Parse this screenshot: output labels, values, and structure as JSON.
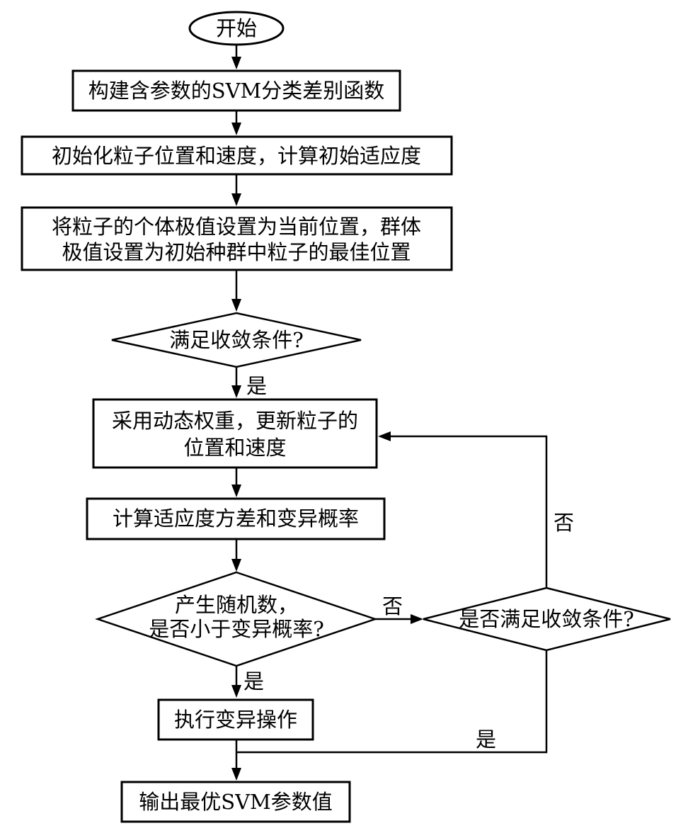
{
  "nodes": {
    "start": "开始",
    "build_svm": "构建含参数的SVM分类差别函数",
    "init": "初始化粒子位置和速度，计算初始适应度",
    "set_extreme_1": "将粒子的个体极值设置为当前位置，群体",
    "set_extreme_2": "极值设置为初始种群中粒子的最佳位置",
    "converge_check": "满足收敛条件?",
    "update_1": "采用动态权重，更新粒子的",
    "update_2": "位置和速度",
    "calc_var": "计算适应度方差和变异概率",
    "random_check_1": "产生随机数，",
    "random_check_2": "是否小于变异概率?",
    "converge_check_2": "是否满足收敛条件?",
    "mutate": "执行变异操作",
    "output": "输出最优SVM参数值"
  },
  "edge_labels": {
    "converge_yes": "是",
    "random_yes": "是",
    "random_no": "否",
    "converge2_no": "否",
    "converge2_yes": "是"
  }
}
